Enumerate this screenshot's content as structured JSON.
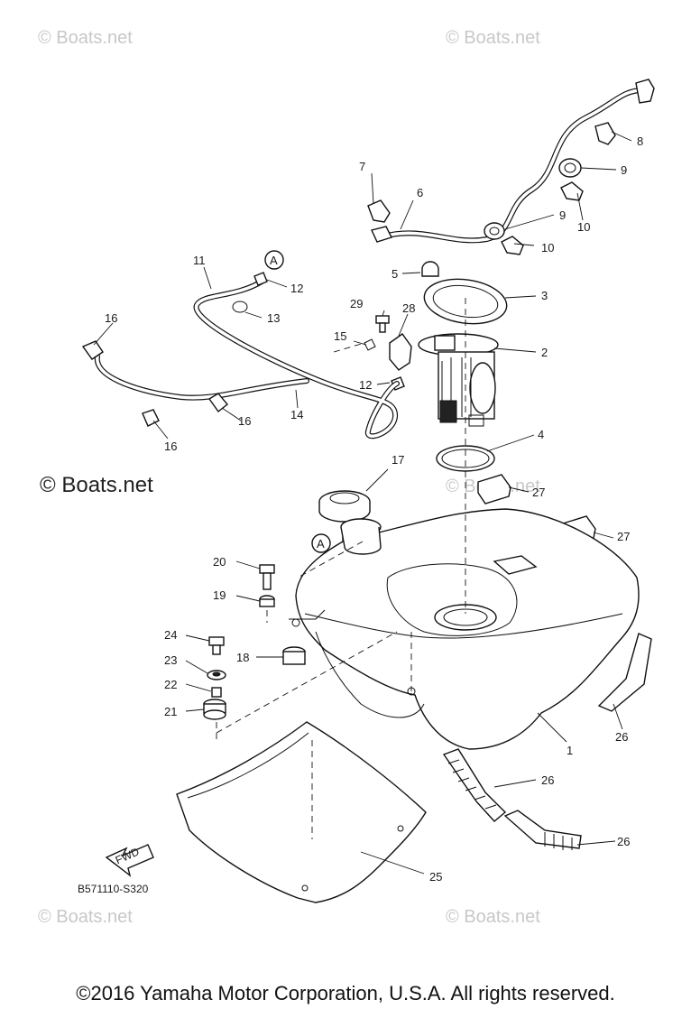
{
  "watermark": {
    "small": "© Boats.net",
    "big": "© Boats.net"
  },
  "diagram_code": "B571110-S320",
  "fwd_label": "FWD",
  "ref_marker": "A",
  "callouts": {
    "c1": "1",
    "c2": "2",
    "c3": "3",
    "c4": "4",
    "c5": "5",
    "c6": "6",
    "c7": "7",
    "c8": "8",
    "c9a": "9",
    "c9b": "9",
    "c10a": "10",
    "c10b": "10",
    "c11": "11",
    "c12a": "12",
    "c12b": "12",
    "c13": "13",
    "c14": "14",
    "c15": "15",
    "c16a": "16",
    "c16b": "16",
    "c16c": "16",
    "c17": "17",
    "c18": "18",
    "c19": "19",
    "c20": "20",
    "c21": "21",
    "c22": "22",
    "c23": "23",
    "c24": "24",
    "c25": "25",
    "c26a": "26",
    "c26b": "26",
    "c26c": "26",
    "c27a": "27",
    "c27b": "27",
    "c28": "28",
    "c29": "29"
  },
  "copyright": "©2016 Yamaha Motor Corporation, U.S.A. All rights reserved."
}
